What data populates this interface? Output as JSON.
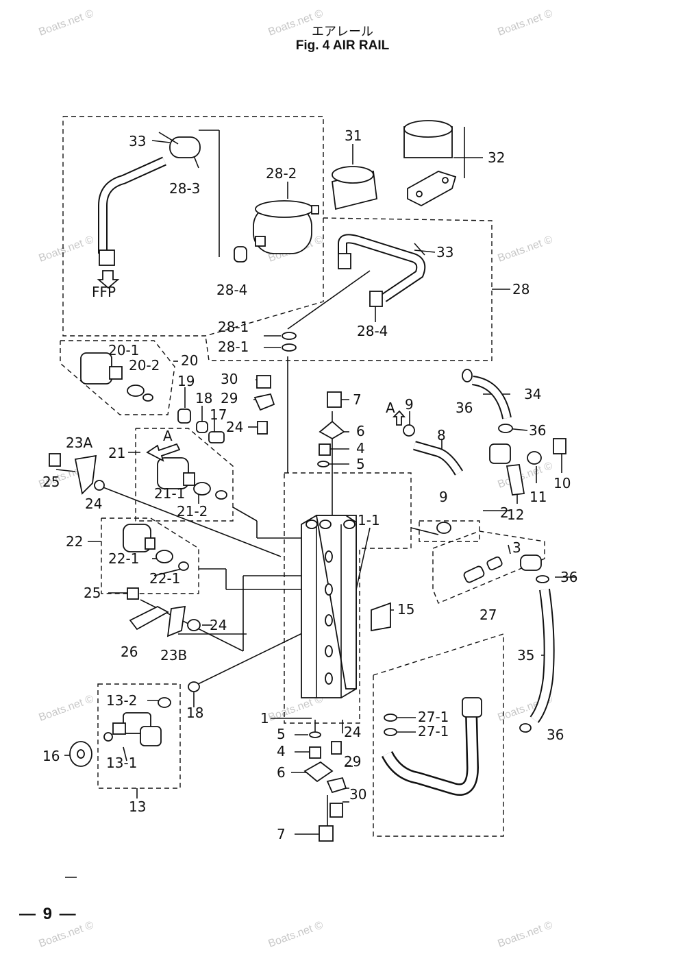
{
  "header": {
    "title_jp": "エアレール",
    "title_en": "Fig. 4    AIR RAIL"
  },
  "watermark_text": "Boats.net ©",
  "page_number": "— 9 —",
  "labels": {
    "p33a": "33",
    "p28_3": "28-3",
    "p28_2": "28-2",
    "p31": "31",
    "p32": "32",
    "p33b": "33",
    "p28": "28",
    "p28_4a": "28-4",
    "p28_4b": "28-4",
    "p28_1a": "28-1",
    "p28_1b": "28-1",
    "ffp": "FFP",
    "p20_1": "20-1",
    "p20_2": "20-2",
    "p20": "20",
    "p19": "19",
    "p18a": "18",
    "p17": "17",
    "p24a": "24",
    "p30a": "30",
    "p29a": "29",
    "p7a": "7",
    "p6a": "6",
    "p4a": "4",
    "p5a": "5",
    "p36a": "36",
    "p34": "34",
    "p36b": "36",
    "pA1": "A",
    "p9a": "9",
    "p8": "8",
    "p10": "10",
    "p11": "11",
    "p12": "12",
    "p23A": "23A",
    "p25a": "25",
    "p21": "21",
    "pA2": "A",
    "p21_1": "21-1",
    "p21_2": "21-2",
    "p24b": "24",
    "p22": "22",
    "p22_1a": "22-1",
    "p22_1b": "22-1",
    "p9b": "9",
    "p1_1": "1-1",
    "p2": "2",
    "p3": "3",
    "p36c": "36",
    "p25b": "25",
    "p15": "15",
    "p24c": "24",
    "p26": "26",
    "p23B": "23B",
    "p27": "27",
    "p35": "35",
    "p13_2": "13-2",
    "p18b": "18",
    "p16": "16",
    "p13_1": "13-1",
    "p13": "13",
    "p1": "1",
    "p5b": "5",
    "p24d": "24",
    "p27_1a": "27-1",
    "p27_1b": "27-1",
    "p4b": "4",
    "p29b": "29",
    "p6b": "6",
    "p30b": "30",
    "p7b": "7",
    "p36d": "36"
  }
}
